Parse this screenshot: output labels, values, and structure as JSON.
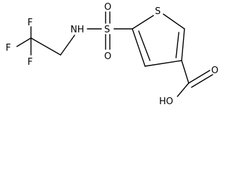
{
  "molecule": {
    "atoms": {
      "f_top": "F",
      "f_left": "F",
      "f_bottom": "F",
      "nh": "NH",
      "s_sulfonyl": "S",
      "o_sulfonyl_top": "O",
      "o_sulfonyl_bottom": "O",
      "s_ring": "S",
      "o_carbonyl": "O",
      "oh": "HO"
    }
  }
}
